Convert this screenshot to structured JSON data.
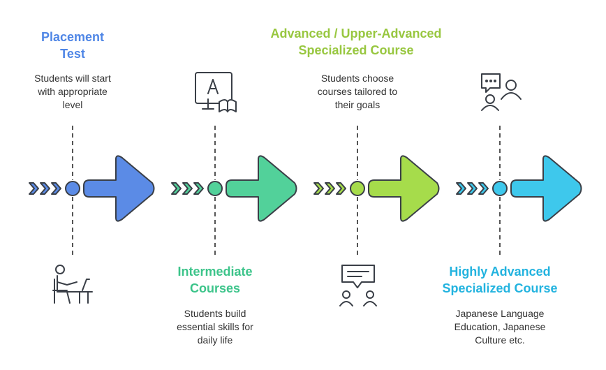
{
  "colors": {
    "blue": "#5b8be6",
    "green": "#52d19a",
    "lime": "#a6dc4b",
    "cyan": "#3ec8ec",
    "blue_text": "#4f86e6",
    "green_text": "#3cc48a",
    "lime_text": "#98c740",
    "cyan_text": "#22b3df",
    "stroke": "#3a3f47",
    "line": "#555555"
  },
  "stages": [
    {
      "title": "Placement\nTest",
      "description": "Students will start\nwith appropriate\nlevel",
      "icon": "person-at-desk-icon",
      "color_key": "blue"
    },
    {
      "title": "Intermediate\nCourses",
      "description": "Students build\nessential skills for\ndaily life",
      "icon": "alphabet-book-screen-icon",
      "color_key": "green"
    },
    {
      "title": "Advanced / Upper-Advanced\nSpecialized Course",
      "description": "Students choose\ncourses tailored to\ntheir goals",
      "icon": "presentation-board-icon",
      "color_key": "lime"
    },
    {
      "title": "Highly Advanced\nSpecialized Course",
      "description": "Japanese Language\nEducation, Japanese\nCulture etc.",
      "icon": "conversation-people-icon",
      "color_key": "cyan"
    }
  ]
}
